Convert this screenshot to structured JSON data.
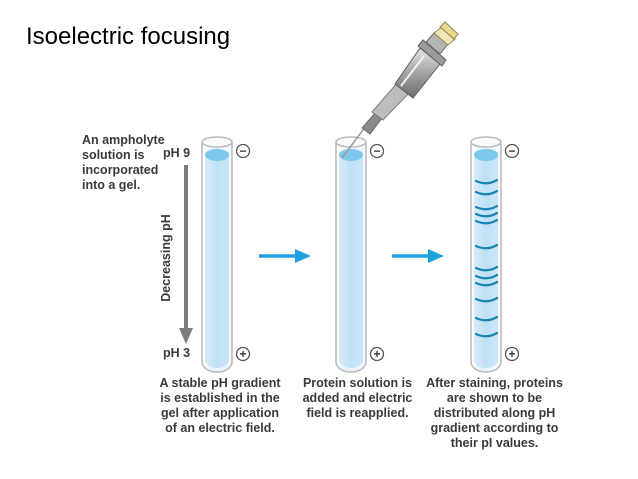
{
  "title": "Isoelectric focusing",
  "labels": {
    "intro": "An ampholyte solution is incorporated into a gel.",
    "ph_high": "pH 9",
    "ph_low": "pH 3",
    "axis": "Decreasing pH"
  },
  "captions": [
    "A stable pH gradient is established in the gel after application of an electric field.",
    "Protein solution is added and electric field is reapplied.",
    "After staining, proteins are shown to be distributed along pH gradient according to their pI values."
  ],
  "symbols": {
    "negative": "−",
    "positive": "+"
  },
  "colors": {
    "gel": "#c9e4f6",
    "gel_top": "#7cc7ec",
    "arrow": "#1ea0dc",
    "band": "#1a86b8",
    "text": "#3a3a3a"
  }
}
